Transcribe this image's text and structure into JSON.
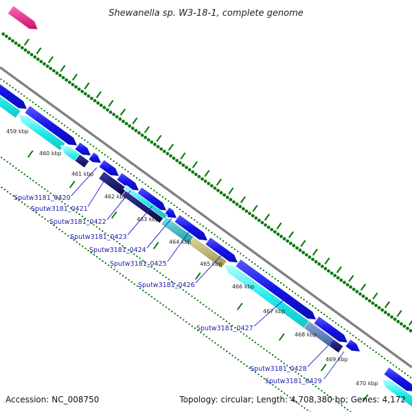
{
  "title": "Shewanella sp. W3-18-1, complete genome",
  "footer": {
    "accession": "Accession: NC_008750",
    "summary": "Topology: circular; Length: 4,708,380 bp; Genes: 4,172"
  },
  "colors": {
    "backbone": "#808080",
    "forward_cds": "#1010e0",
    "forward_cds_light": "#4a4aff",
    "reverse_cds": "#20e8e8",
    "reverse_cds_light": "#a0ffff",
    "navy_feature": "#0a0a70",
    "teal_feature": "#2aaeb4",
    "olive_feature": "#b8ae68",
    "steel_feature": "#5a7aaa",
    "pink_feature": "#e8208a",
    "tick_green": "#0a7a0a",
    "label_blue": "#1a1aa8",
    "callout_line": "#2a2ad0"
  },
  "ruler_labels": [
    "459 kbp",
    "460 kbp",
    "461 kbp",
    "462 kbp",
    "463 kbp",
    "464 kbp",
    "465 kbp",
    "466 kbp",
    "467 kbp",
    "468 kbp",
    "469 kbp",
    "470 kbp"
  ],
  "gene_labels": [
    "Sputw3181_0420",
    "Sputw3181_0421",
    "Sputw3181_0422",
    "Sputw3181_0423",
    "Sputw3181_0424",
    "Sputw3181_0425",
    "Sputw3181_0426",
    "Sputw3181_0427",
    "Sputw3181_0428",
    "Sputw3181_0429"
  ]
}
